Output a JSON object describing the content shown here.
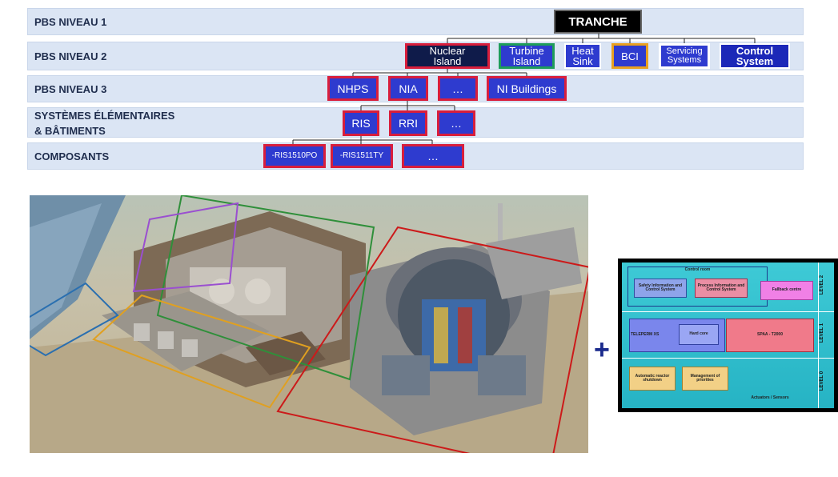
{
  "rows": [
    {
      "label": "PBS NIVEAU 1"
    },
    {
      "label": "PBS NIVEAU 2"
    },
    {
      "label": "PBS NIVEAU 3"
    },
    {
      "label": "SYSTÈMES ÉLÉMENTAIRES",
      "label2": "& BÂTIMENTS"
    },
    {
      "label": "COMPOSANTS"
    }
  ],
  "level1": {
    "tranche": "TRANCHE"
  },
  "level2": {
    "nuclear": [
      "Nuclear",
      "Island"
    ],
    "turbine": [
      "Turbine",
      "Island"
    ],
    "heat": [
      "Heat",
      "Sink"
    ],
    "bci": "BCI",
    "servicing": [
      "Servicing",
      "Systems"
    ],
    "control": [
      "Control",
      "System"
    ]
  },
  "level3": {
    "nhps": "NHPS",
    "nia": "NIA",
    "more": "…",
    "buildings": "NI Buildings"
  },
  "systems": {
    "ris": "RIS",
    "rri": "RRI",
    "more": "…"
  },
  "components": {
    "c1": "-RIS1510PO",
    "c2": "-RIS1511TY",
    "more": "…"
  },
  "plus_sign": "+",
  "ic_diagram": {
    "control_room": "Control room",
    "safety": "Safety Information and Control System",
    "process": "Process Information and Control System",
    "fallback": "Fallback centre",
    "teleperm": "TELEPERM XS",
    "hardcore": "Hard core",
    "spaa": "SPAA - T2000",
    "reactor_shutdown": "Automatic reactor shutdown",
    "priorities": "Management of priorities",
    "actuators": "Actuators / Sensors",
    "level2": "LEVEL 2",
    "level1": "LEVEL 1",
    "level0": "LEVEL 0"
  },
  "colors": {
    "row_bg": "#dbe5f4",
    "box_blue": "#2e3bcf",
    "red_border": "#d81e3c",
    "green_border": "#1e9d5a",
    "orange_border": "#e8a020",
    "ic_cyan": "#3ecad6"
  }
}
